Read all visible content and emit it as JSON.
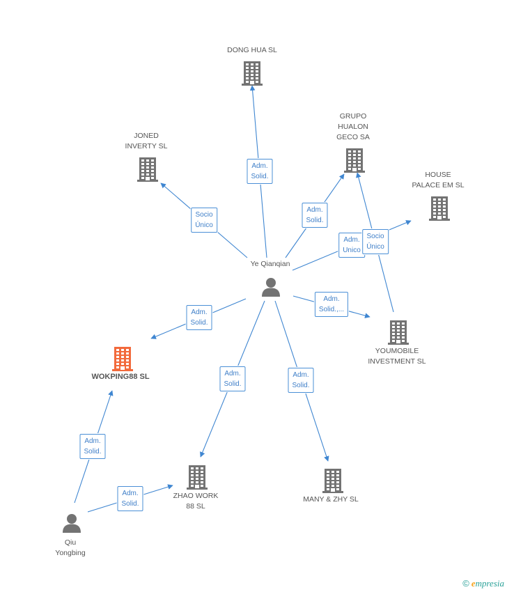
{
  "nodes": [
    {
      "id": "dong_hua",
      "label": "DONG HUA SL",
      "kind": "company",
      "color": "#737373"
    },
    {
      "id": "joned",
      "label": "JONED\nINVERTY SL",
      "kind": "company",
      "color": "#737373"
    },
    {
      "id": "grupo",
      "label": "GRUPO\nHUALON\nGECO SA",
      "kind": "company",
      "color": "#737373"
    },
    {
      "id": "house",
      "label": "HOUSE\nPALACE EM  SL",
      "kind": "company",
      "color": "#737373"
    },
    {
      "id": "ye",
      "label": "Ye Qianqian",
      "kind": "person",
      "color": "#737373"
    },
    {
      "id": "youmobile",
      "label": "YOUMOBILE\nINVESTMENT SL",
      "kind": "company",
      "color": "#737373"
    },
    {
      "id": "wokping",
      "label": "WOKPING88 SL",
      "kind": "company",
      "color": "#f26a3c",
      "focus": true
    },
    {
      "id": "zhao",
      "label": "ZHAO WORK\n88 SL",
      "kind": "company",
      "color": "#737373"
    },
    {
      "id": "many",
      "label": "MANY & ZHY SL",
      "kind": "company",
      "color": "#737373"
    },
    {
      "id": "qiu",
      "label": "Qiu\nYongbing",
      "kind": "person",
      "color": "#737373"
    }
  ],
  "edges": [
    {
      "label": "Adm.\nSolid."
    },
    {
      "label": "Socio\nÚnico"
    },
    {
      "label": "Adm.\nSolid."
    },
    {
      "label": "Adm.\nUnico"
    },
    {
      "label": "Socio\nÚnico"
    },
    {
      "label": "Adm.\nSolid.,..."
    },
    {
      "label": "Adm.\nSolid."
    },
    {
      "label": "Adm.\nSolid."
    },
    {
      "label": "Adm.\nSolid."
    },
    {
      "label": "Adm.\nSolid."
    },
    {
      "label": "Adm.\nSolid."
    }
  ],
  "brand": {
    "copyright": "©",
    "name": "mpresia",
    "initial": "e"
  },
  "colors": {
    "edge": "#3f86d1",
    "label_border": "#4a8fd6",
    "label_text": "#3f7fc8"
  }
}
